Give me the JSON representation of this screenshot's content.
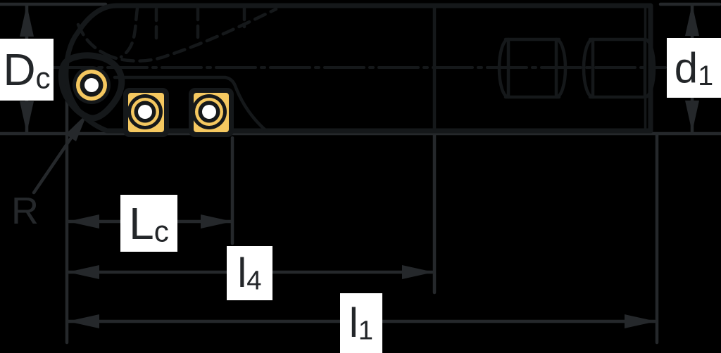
{
  "drawing": {
    "kind": "tool-dimension-diagram",
    "labels": {
      "Dc": {
        "main": "D",
        "sub": "c"
      },
      "d1": {
        "main": "d",
        "sub": "1"
      },
      "R": {
        "main": "R"
      },
      "Lc": {
        "main": "L",
        "sub": "c"
      },
      "l4": {
        "main": "l",
        "sub": "4"
      },
      "l1": {
        "main": "l",
        "sub": "1"
      }
    }
  },
  "colors": {
    "background": "#000000",
    "body_fill": "#dbe2e4",
    "insert_fill": "#f5c860",
    "outline": "#15181a",
    "dimension": "#25282b",
    "label_background": "#ffffff",
    "label_text": "#232629",
    "screw_hole": "#ffffff"
  }
}
